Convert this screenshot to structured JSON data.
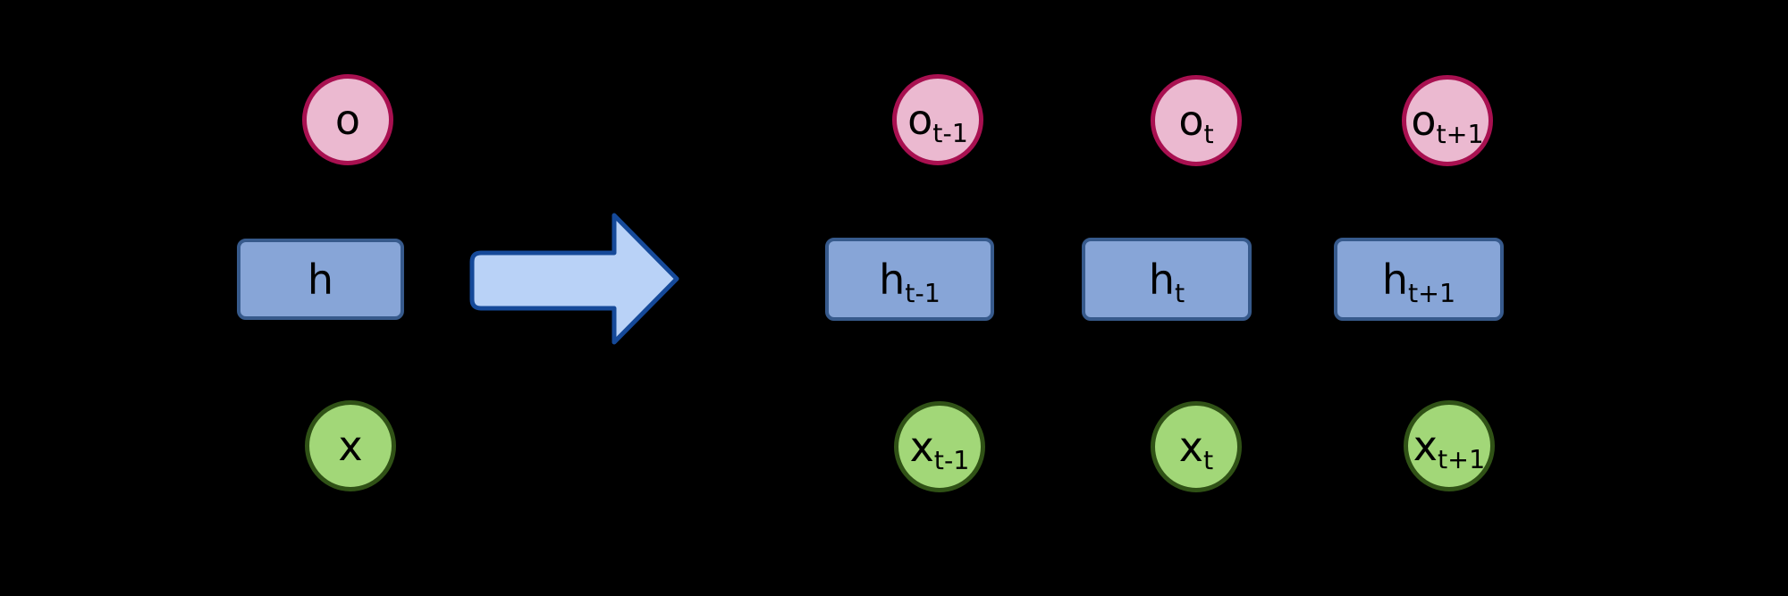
{
  "diagram": {
    "type": "rnn-unfold-diagram",
    "background": "#000000",
    "folded": {
      "output_label": "o",
      "hidden_label": "h",
      "input_label": "x"
    },
    "arrow": {
      "direction": "right",
      "meaning": "unfold"
    },
    "unfolded": [
      {
        "output": {
          "main": "o",
          "sub": "t-1"
        },
        "hidden": {
          "main": "h",
          "sub": "t-1"
        },
        "input": {
          "main": "x",
          "sub": "t-1"
        }
      },
      {
        "output": {
          "main": "o",
          "sub": "t"
        },
        "hidden": {
          "main": "h",
          "sub": "t"
        },
        "input": {
          "main": "x",
          "sub": "t"
        }
      },
      {
        "output": {
          "main": "o",
          "sub": "t+1"
        },
        "hidden": {
          "main": "h",
          "sub": "t+1"
        },
        "input": {
          "main": "x",
          "sub": "t+1"
        }
      }
    ],
    "colors": {
      "output_fill": "#ebb9d0",
      "output_border": "#a81050",
      "hidden_fill": "#87a5d7",
      "hidden_border": "#375a8c",
      "input_fill": "#a2d778",
      "input_border": "#305216",
      "arrow_fill": "#b9d2f7",
      "arrow_border": "#154999",
      "label": "#000000"
    }
  }
}
